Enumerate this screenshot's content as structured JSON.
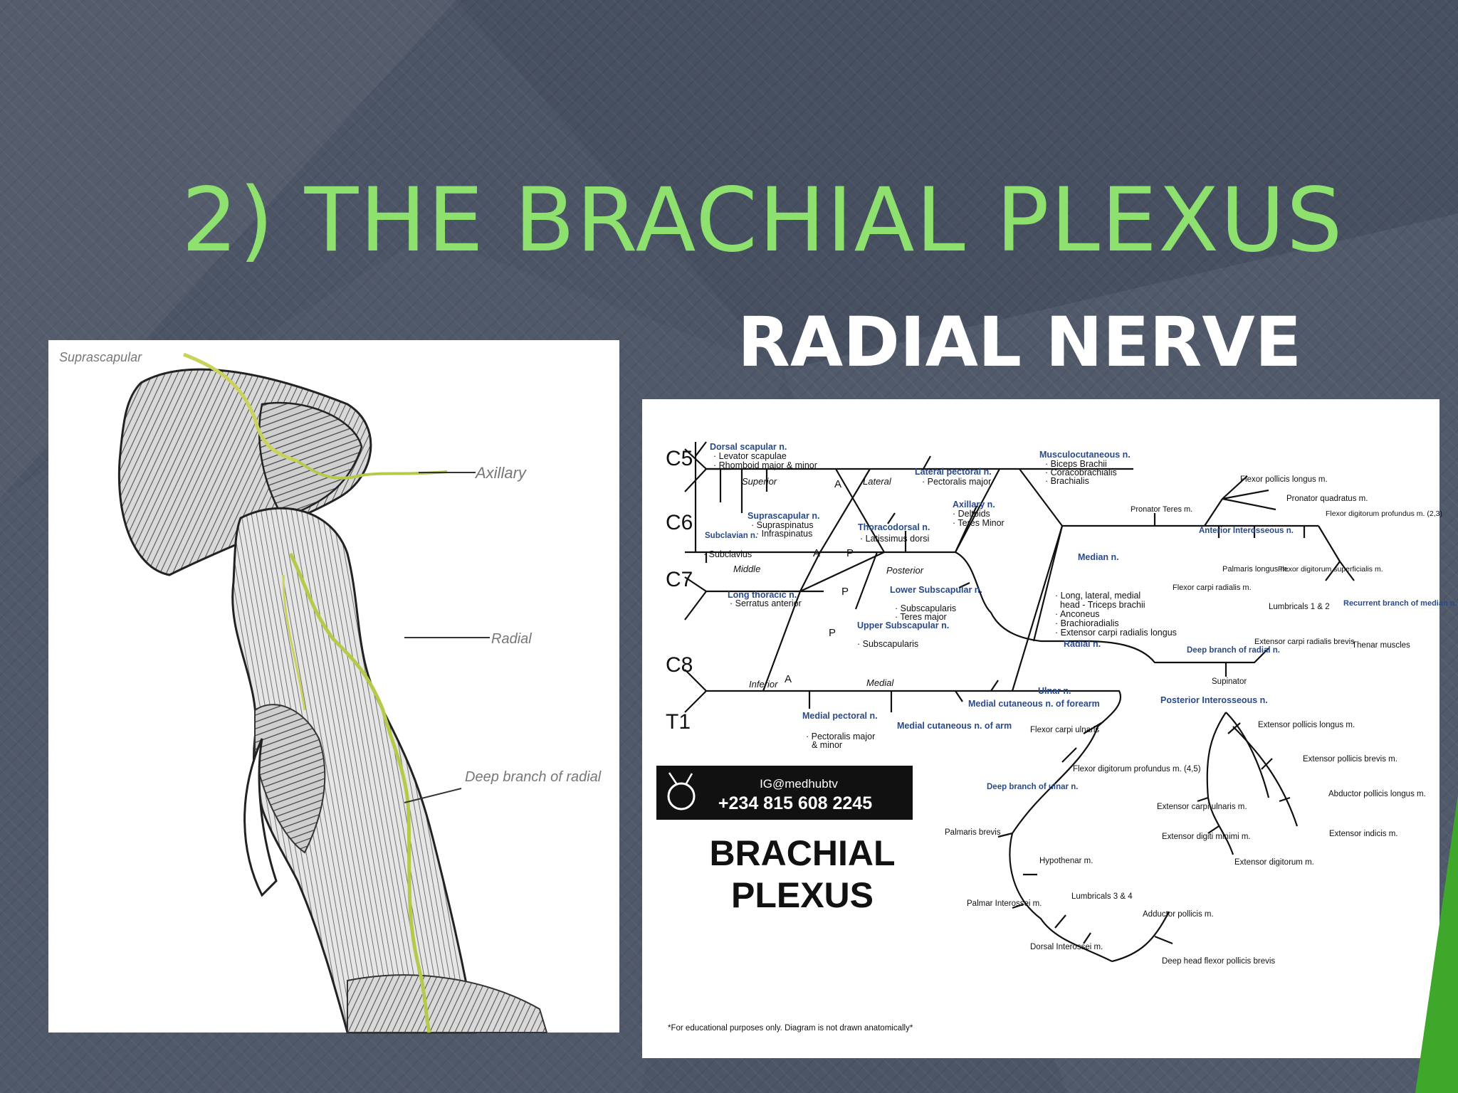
{
  "slide": {
    "title": "2) THE BRACHIAL PLEXUS",
    "subtitle": "RADIAL NERVE"
  },
  "colors": {
    "background": "#4c5566",
    "title": "#8ee06f",
    "subtitle": "#ffffff",
    "nerve_label": "#2a4a8a",
    "accent_green": "#3ea82a"
  },
  "left_figure": {
    "labels": {
      "suprascapular": "Suprascapular",
      "axillary": "Axillary",
      "radial": "Radial",
      "deep_branch": "Deep branch of radial"
    }
  },
  "diagram": {
    "roots": [
      "C5",
      "C6",
      "C7",
      "C8",
      "T1"
    ],
    "trunks": {
      "superior": "Superior",
      "middle": "Middle",
      "inferior": "Inferior"
    },
    "cords": {
      "lateral": "Lateral",
      "posterior": "Posterior",
      "medial": "Medial"
    },
    "divisions": {
      "anterior": "A",
      "posterior": "P"
    },
    "nerves": {
      "dorsal_scapular": "Dorsal scapular n.",
      "dorsal_scapular_m1": "· Levator scapulae",
      "dorsal_scapular_m2": "· Rhomboid major & minor",
      "lateral_pectoral": "Lateral pectoral n.",
      "lateral_pectoral_m1": "· Pectoralis major",
      "musculocutaneous": "Musculocutaneous n.",
      "musculocutaneous_m1": "· Biceps Brachii",
      "musculocutaneous_m2": "· Coracobrachialis",
      "musculocutaneous_m3": "· Brachialis",
      "suprascapular": "Suprascapular n.",
      "suprascapular_m1": "· Supraspinatus",
      "suprascapular_m2": "· Infraspinatus",
      "subclavian": "Subclavian n.",
      "subclavian_m1": "· Subclavius",
      "axillary": "Axillary n.",
      "axillary_m1": "· Deltoids",
      "axillary_m2": "· Teres Minor",
      "thoracodorsal": "Thoracodorsal n.",
      "thoracodorsal_m1": "· Latissimus dorsi",
      "long_thoracic": "Long thoracic n.",
      "long_thoracic_m1": "· Serratus anterior",
      "lower_subscapular": "Lower Subscapular n.",
      "lower_subscapular_m1": "· Subscapularis",
      "lower_subscapular_m2": "· Teres major",
      "upper_subscapular": "Upper Subscapular n.",
      "upper_subscapular_m1": "· Subscapularis",
      "median": "Median n.",
      "radial": "Radial n.",
      "radial_m1": "· Long, lateral, medial",
      "radial_m2": "head - Triceps brachii",
      "radial_m3": "· Anconeus",
      "radial_m4": "· Brachioradialis",
      "radial_m5": "· Extensor carpi radialis longus",
      "ulnar": "Ulnar n.",
      "medial_pectoral": "Medial pectoral n.",
      "medial_pectoral_m1": "· Pectoralis major",
      "medial_pectoral_m2": "& minor",
      "medial_cut_arm": "Medial cutaneous n. of arm",
      "medial_cut_forearm": "Medial cutaneous n. of forearm",
      "anterior_interosseous": "Anterior Interosseous n.",
      "recurrent_median": "Recurrent branch of median n.",
      "deep_radial": "Deep branch of radial n.",
      "posterior_interosseous": "Posterior Interosseous n.",
      "deep_ulnar": "Deep branch of ulnar n."
    },
    "muscles": {
      "fpl": "Flexor pollicis longus m.",
      "pronator_quadratus": "Pronator quadratus m.",
      "pronator_teres": "Pronator Teres m.",
      "fdp23": "Flexor digitorum profundus m. (2,3)",
      "palmaris_longus": "Palmaris longus m.",
      "fds": "Flexor digitorum superficialis m.",
      "fcr": "Flexor carpi radialis m.",
      "lumbricals12": "Lumbricals 1 & 2",
      "thenar": "Thenar muscles",
      "ecrb": "Extensor carpi radialis brevis",
      "supinator": "Supinator",
      "epl": "Extensor pollicis longus m.",
      "epb": "Extensor pollicis brevis m.",
      "apl": "Abductor pollicis longus m.",
      "ecu": "Extensor carpi ulnaris m.",
      "edm": "Extensor digiti minimi m.",
      "ed": "Extensor digitorum m.",
      "ei": "Extensor indicis m.",
      "fcu": "Flexor carpi ulnaris",
      "fdp45": "Flexor digitorum profundus m. (4,5)",
      "palmaris_brevis": "Palmaris brevis",
      "hypothenar": "Hypothenar m.",
      "palmar_interossei": "Palmar Interossei m.",
      "lumbricals34": "Lumbricals 3 & 4",
      "adductor_pollicis": "Adductor pollicis m.",
      "dorsal_interossei": "Dorsal Interossei m.",
      "deep_head_fpb": "Deep head flexor pollicis brevis"
    },
    "branding": {
      "handle": "IG@medhubtv",
      "phone": "+234 815 608 2245",
      "title_line1": "BRACHIAL",
      "title_line2": "PLEXUS"
    },
    "footnote": "*For educational purposes only. Diagram is not drawn anatomically*"
  }
}
